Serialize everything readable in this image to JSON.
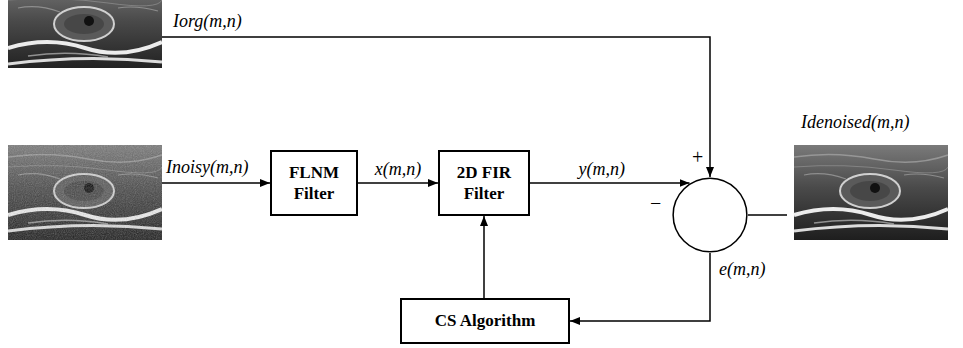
{
  "diagram": {
    "nodes": [
      {
        "text": [
          "FLNM Filter"
        ]
      },
      {
        "text": [
          "2D FIR Filter"
        ]
      },
      {
        "text": [
          "+",
          "−"
        ]
      },
      {
        "text": [
          "CS Algorithm"
        ]
      }
    ],
    "edges": [
      {
        "from": 0,
        "to": 1,
        "label": "x(m,n)",
        "arrow": "to"
      },
      {
        "from": 1,
        "to": 2,
        "label": "y(m,n)",
        "arrow": "to"
      },
      {
        "from": 2,
        "to": 3,
        "label": "e(m,n)",
        "arrow": "to"
      },
      {
        "from": 3,
        "to": 1,
        "arrow": "to"
      }
    ],
    "labels": [
      "Iorg(m,n)",
      "Inoisy(m,n)",
      "Idenoised(m,n)"
    ]
  }
}
